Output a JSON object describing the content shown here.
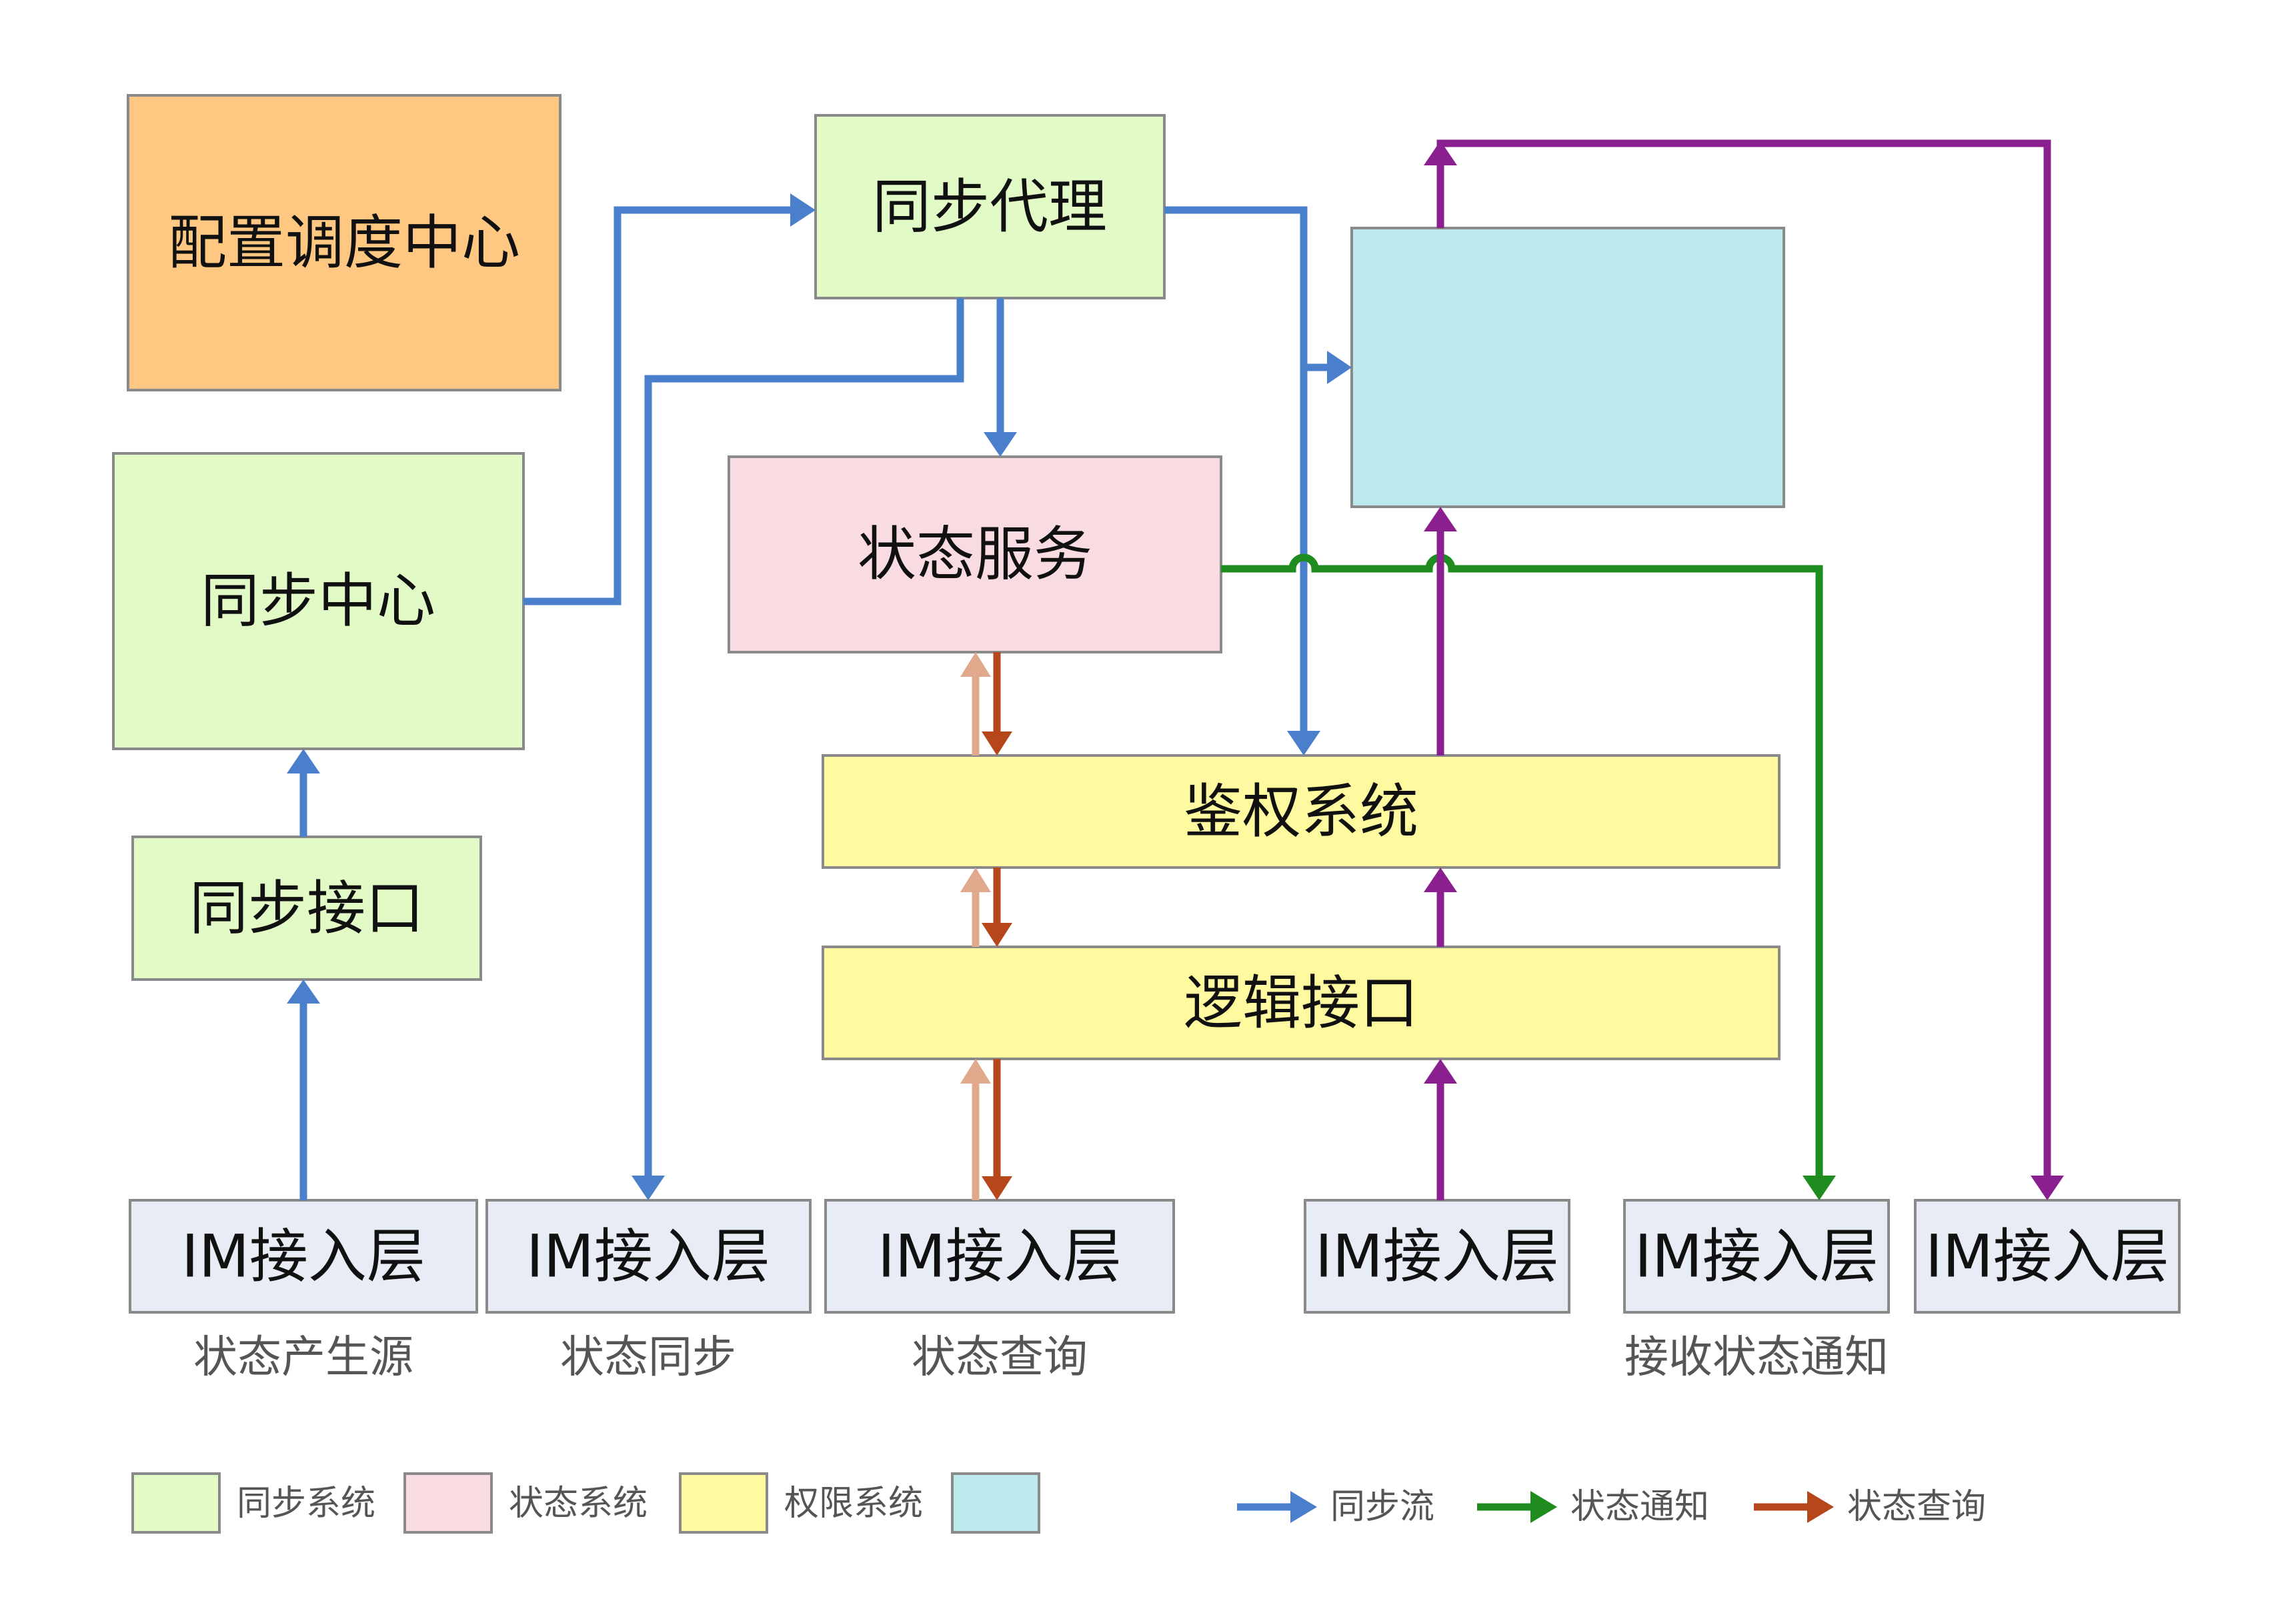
{
  "boxes": {
    "config_center": "配置调度中心",
    "sync_proxy": "同步代理",
    "sync_center": "同步中心",
    "status_service": "状态服务",
    "sync_interface": "同步接口",
    "auth_system": "鉴权系统",
    "logic_interface": "逻辑接口",
    "unlabeled_cyan": ""
  },
  "access_layers": [
    "IM接入层",
    "IM接入层",
    "IM接入层",
    "IM接入层",
    "IM接入层",
    "IM接入层"
  ],
  "captions": {
    "producer": "状态产生源",
    "sync": "状态同步",
    "query": "状态查询",
    "receive": "接收状态通知"
  },
  "legend": {
    "systems": [
      {
        "label": "同步系统",
        "color": "#e2fbc6"
      },
      {
        "label": "状态系统",
        "color": "#f9dbe2"
      },
      {
        "label": "权限系统",
        "color": "#fff9a0"
      },
      {
        "label": "",
        "color": "#bde8ec"
      }
    ],
    "flows": [
      {
        "label": "同步流",
        "color": "#4a7fcb"
      },
      {
        "label": "状态通知",
        "color": "#1f8c1f"
      },
      {
        "label": "状态查询",
        "color": "#b5471b"
      }
    ]
  },
  "colors": {
    "sync_system": "#e2fbc6",
    "status_system": "#f9dbe2",
    "permission_system": "#fff9a0",
    "cyan_system": "#bde8ec",
    "config_center": "#fec882",
    "access_layer": "#e8ecf5",
    "sync_flow": "#4a7fcb",
    "status_notify": "#1f8c1f",
    "status_query": "#b5471b",
    "purple_flow": "#8a1f8f"
  }
}
